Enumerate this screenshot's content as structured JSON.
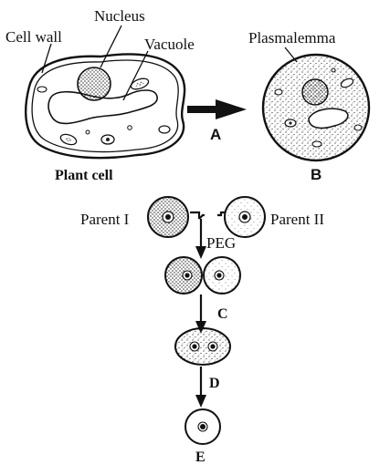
{
  "labels": {
    "cell_wall": "Cell wall",
    "nucleus": "Nucleus",
    "vacuole": "Vacuole",
    "plasmalemma": "Plasmalemma",
    "plant_cell": "Plant cell",
    "arrow_a": "A",
    "cell_b": "B",
    "parent_1": "Parent I",
    "parent_2": "Parent II",
    "peg": "PEG",
    "step_c": "C",
    "step_d": "D",
    "cell_e": "E"
  }
}
